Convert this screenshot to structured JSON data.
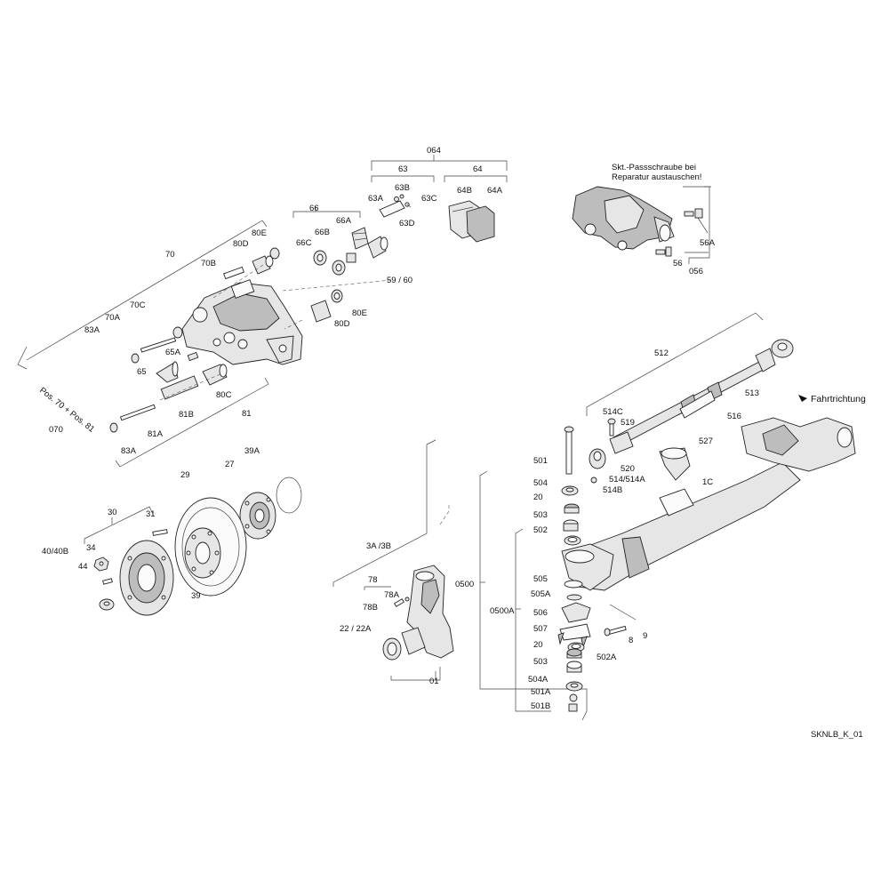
{
  "drawing_code": "SKNLB_K_01",
  "direction_note": "Fahrtrichtung",
  "inset_note_line1": "Skt.-Passschraube bei",
  "inset_note_line2": "Reparatur austauschen!",
  "rotated_group_label": "Pos. 70 + Pos. 81",
  "labels": {
    "l064": "064",
    "l63": "63",
    "l64": "64",
    "l63A": "63A",
    "l63B": "63B",
    "l63C": "63C",
    "l63D": "63D",
    "l64B": "64B",
    "l64A": "64A",
    "l66": "66",
    "l66A": "66A",
    "l66B": "66B",
    "l66C": "66C",
    "l70": "70",
    "l80E_top": "80E",
    "l80D_top": "80D",
    "l70B": "70B",
    "l5960": "59 / 60",
    "l70C": "70C",
    "l80E_mid": "80E",
    "l80D_mid": "80D",
    "l70A": "70A",
    "l83A_top": "83A",
    "l65A": "65A",
    "l65": "65",
    "l80C": "80C",
    "l81B": "81B",
    "l81": "81",
    "l81A": "81A",
    "l83A_bot": "83A",
    "l070": "070",
    "l39A": "39A",
    "l27": "27",
    "l29": "29",
    "l30": "30",
    "l31": "31",
    "l34": "34",
    "l4040B": "40/40B",
    "l44": "44",
    "l39": "39",
    "l3A3B": "3A /3B",
    "l78": "78",
    "l78A": "78A",
    "l78B": "78B",
    "l2222A": "22 / 22A",
    "l01": "01",
    "l0500": "0500",
    "l0500A": "0500A",
    "l501": "501",
    "l504": "504",
    "l20_top": "20",
    "l503_top": "503",
    "l502": "502",
    "l505": "505",
    "l505A": "505A",
    "l506": "506",
    "l507": "507",
    "l20_bot": "20",
    "l503_bot": "503",
    "l504A": "504A",
    "l501A": "501A",
    "l501B": "501B",
    "l502A": "502A",
    "l8": "8",
    "l9": "9",
    "l512": "512",
    "l513": "513",
    "l516": "516",
    "l514C": "514C",
    "l519": "519",
    "l520": "520",
    "l514514A": "514/514A",
    "l514B": "514B",
    "l527": "527",
    "l1C": "1C",
    "l56A": "56A",
    "l56": "56",
    "l056": "056"
  },
  "colors": {
    "line": "#222222",
    "part_fill": "#e6e6e6",
    "part_dark": "#bdbdbd",
    "background": "#ffffff"
  }
}
